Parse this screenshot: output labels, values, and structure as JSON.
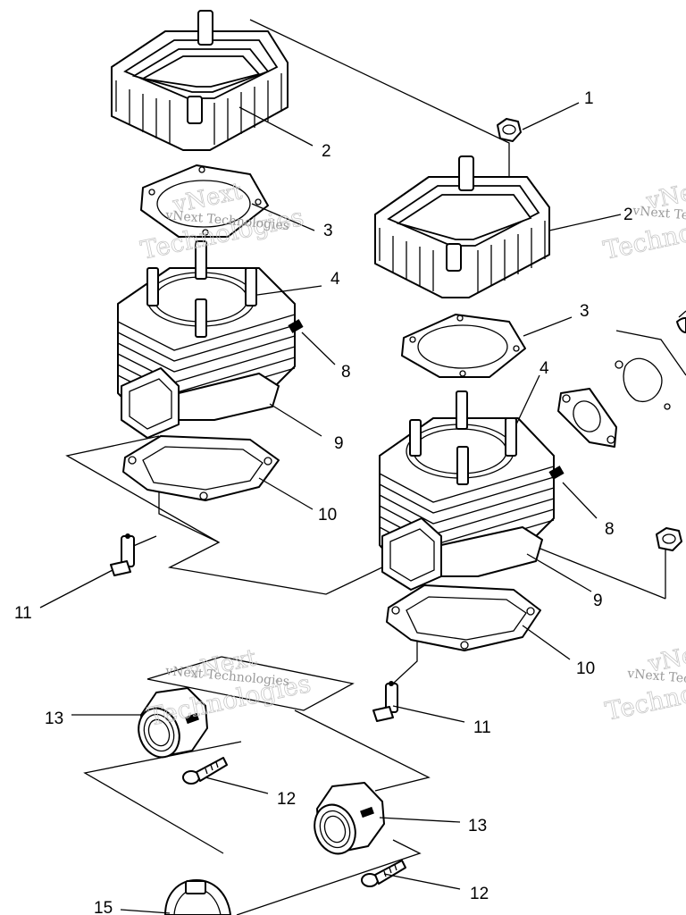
{
  "callouts": {
    "c1": "1",
    "c2a": "2",
    "c2b": "2",
    "c3a": "3",
    "c3b": "3",
    "c4a": "4",
    "c4b": "4",
    "c8a": "8",
    "c8b": "8",
    "c9a": "9",
    "c9b": "9",
    "c10a": "10",
    "c10b": "10",
    "c11a": "11",
    "c11b": "11",
    "c12a": "12",
    "c12b": "12",
    "c13a": "13",
    "c13b": "13",
    "c15": "15"
  },
  "watermark": {
    "brand_a": "vNext",
    "brand_b": "Technologies",
    "brand_full": "vNext Technologies"
  }
}
